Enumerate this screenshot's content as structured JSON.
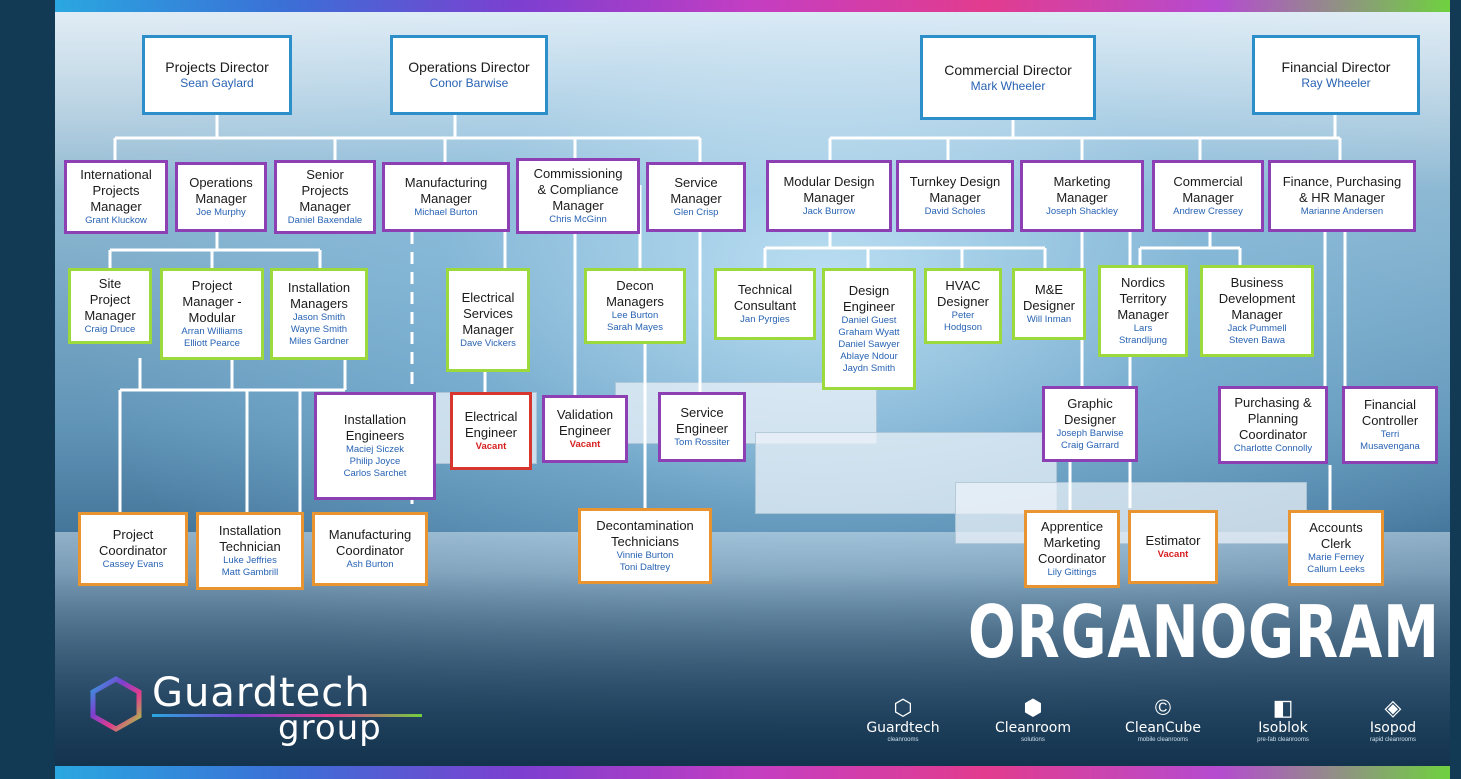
{
  "heading": "ORGANOGRAM",
  "logo": {
    "word1": "Guardtech",
    "word2": "group"
  },
  "brands": [
    {
      "name": "Guardtech",
      "sub": "cleanrooms",
      "icon": "hexagon-check-icon"
    },
    {
      "name": "Cleanroom",
      "sub": "solutions",
      "icon": "dotted-hexagon-icon"
    },
    {
      "name": "CleanCube",
      "sub": "mobile cleanrooms",
      "icon": "cube-c-icon"
    },
    {
      "name": "Isoblok",
      "sub": "pre-fab cleanrooms",
      "icon": "block-icon"
    },
    {
      "name": "Isopod",
      "sub": "rapid cleanrooms",
      "icon": "pod-icon"
    }
  ],
  "colors": {
    "director": "#2c8fc9",
    "manager": "#8d3fb4",
    "lead": "#9bd93d",
    "staff": "#e89430",
    "vacant": "#d61f1f"
  },
  "boxes": {
    "projects_director": {
      "title": "Projects Director",
      "name": "Sean Gaylard"
    },
    "operations_director": {
      "title": "Operations Director",
      "name": "Conor Barwise"
    },
    "commercial_director": {
      "title": "Commercial Director",
      "name": "Mark Wheeler"
    },
    "financial_director": {
      "title": "Financial Director",
      "name": "Ray Wheeler"
    },
    "intl_projects_manager": {
      "title": "International\nProjects\nManager",
      "name": "Grant Kluckow"
    },
    "operations_manager": {
      "title": "Operations\nManager",
      "name": "Joe Murphy"
    },
    "senior_projects_manager": {
      "title": "Senior\nProjects\nManager",
      "name": "Daniel Baxendale"
    },
    "manufacturing_manager": {
      "title": "Manufacturing\nManager",
      "name": "Michael Burton"
    },
    "commissioning_manager": {
      "title": "Commissioning\n& Compliance\nManager",
      "name": "Chris McGinn"
    },
    "service_manager": {
      "title": "Service\nManager",
      "name": "Glen Crisp"
    },
    "modular_design_manager": {
      "title": "Modular Design\nManager",
      "name": "Jack Burrow"
    },
    "turnkey_design_manager": {
      "title": "Turnkey Design\nManager",
      "name": "David Scholes"
    },
    "marketing_manager": {
      "title": "Marketing\nManager",
      "name": "Joseph Shackley"
    },
    "commercial_manager": {
      "title": "Commercial\nManager",
      "name": "Andrew Cressey"
    },
    "finance_manager": {
      "title": "Finance, Purchasing\n& HR Manager",
      "name": "Marianne Andersen"
    },
    "site_project_manager": {
      "title": "Site\nProject\nManager",
      "name": "Craig Druce"
    },
    "project_manager_modular": {
      "title": "Project\nManager -\nModular",
      "name": "Arran Williams\nElliott Pearce"
    },
    "installation_managers": {
      "title": "Installation\nManagers",
      "name": "Jason Smith\nWayne Smith\nMiles Gardner"
    },
    "electrical_services_manager": {
      "title": "Electrical\nServices\nManager",
      "name": "Dave Vickers"
    },
    "decon_managers": {
      "title": "Decon\nManagers",
      "name": "Lee Burton\nSarah Mayes"
    },
    "technical_consultant": {
      "title": "Technical\nConsultant",
      "name": "Jan Pyrgies"
    },
    "design_engineer": {
      "title": "Design\nEngineer",
      "name": "Daniel Guest\nGraham Wyatt\nDaniel Sawyer\nAblaye Ndour\nJaydn Smith"
    },
    "hvac_designer": {
      "title": "HVAC\nDesigner",
      "name": "Peter\nHodgson"
    },
    "me_designer": {
      "title": "M&E\nDesigner",
      "name": "Will Inman"
    },
    "nordics_manager": {
      "title": "Nordics\nTerritory\nManager",
      "name": "Lars\nStrandljung"
    },
    "business_dev_manager": {
      "title": "Business\nDevelopment\nManager",
      "name": "Jack Pummell\nSteven Bawa"
    },
    "installation_engineers": {
      "title": "Installation\nEngineers",
      "name": "Maciej Siczek\nPhilip Joyce\nCarlos Sarchet"
    },
    "electrical_engineer": {
      "title": "Electrical\nEngineer",
      "name": "Vacant"
    },
    "validation_engineer": {
      "title": "Validation\nEngineer",
      "name": "Vacant"
    },
    "service_engineer": {
      "title": "Service\nEngineer",
      "name": "Tom Rossiter"
    },
    "graphic_designer": {
      "title": "Graphic\nDesigner",
      "name": "Joseph Barwise\nCraig Garrard"
    },
    "purchasing_coordinator": {
      "title": "Purchasing &\nPlanning\nCoordinator",
      "name": "Charlotte Connolly"
    },
    "financial_controller": {
      "title": "Financial\nController",
      "name": "Terri\nMusavengana"
    },
    "project_coordinator": {
      "title": "Project\nCoordinator",
      "name": "Cassey Evans"
    },
    "installation_technician": {
      "title": "Installation\nTechnician",
      "name": "Luke Jeffries\nMatt Gambrill"
    },
    "manufacturing_coordinator": {
      "title": "Manufacturing\nCoordinator",
      "name": "Ash Burton"
    },
    "decon_technicians": {
      "title": "Decontamination\nTechnicians",
      "name": "Vinnie Burton\nToni Daltrey"
    },
    "apprentice_marketing": {
      "title": "Apprentice\nMarketing\nCoordinator",
      "name": "Lily Gittings"
    },
    "estimator": {
      "title": "Estimator",
      "name": "Vacant"
    },
    "accounts_clerk": {
      "title": "Accounts\nClerk",
      "name": "Marie Ferney\nCallum Leeks"
    }
  }
}
